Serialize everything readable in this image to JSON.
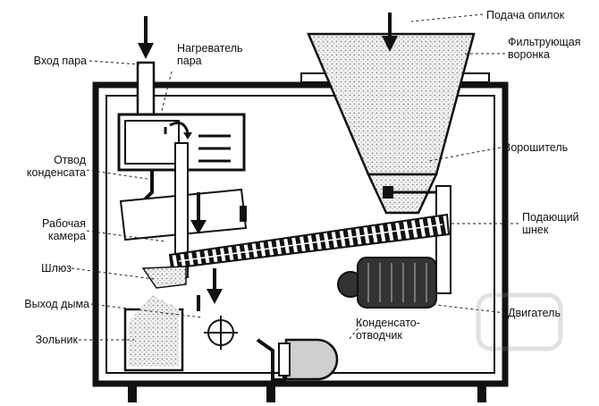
{
  "labels": {
    "steam_inlet": "Вход пара",
    "heater": [
      "Нагреватель",
      "пара"
    ],
    "condensate_drain": [
      "Отвод",
      "конденсата"
    ],
    "work_chamber": [
      "Рабочая",
      "камера"
    ],
    "sluice": "Шлюз",
    "smoke_outlet": "Выход дыма",
    "ash_pit": "Зольник",
    "sawdust_feed": "Подача опилок",
    "filter_funnel": [
      "Фильтрующая",
      "воронка"
    ],
    "agitator": "Ворошитель",
    "feed_screw": [
      "Подающий",
      "шнек"
    ],
    "motor": "Двигатель",
    "condensate_trap": [
      "Конденсато-",
      "отводчик"
    ]
  },
  "colors": {
    "line": "#111111",
    "granular_fill": "#cfcfcf",
    "motor_fill": "#333333"
  }
}
